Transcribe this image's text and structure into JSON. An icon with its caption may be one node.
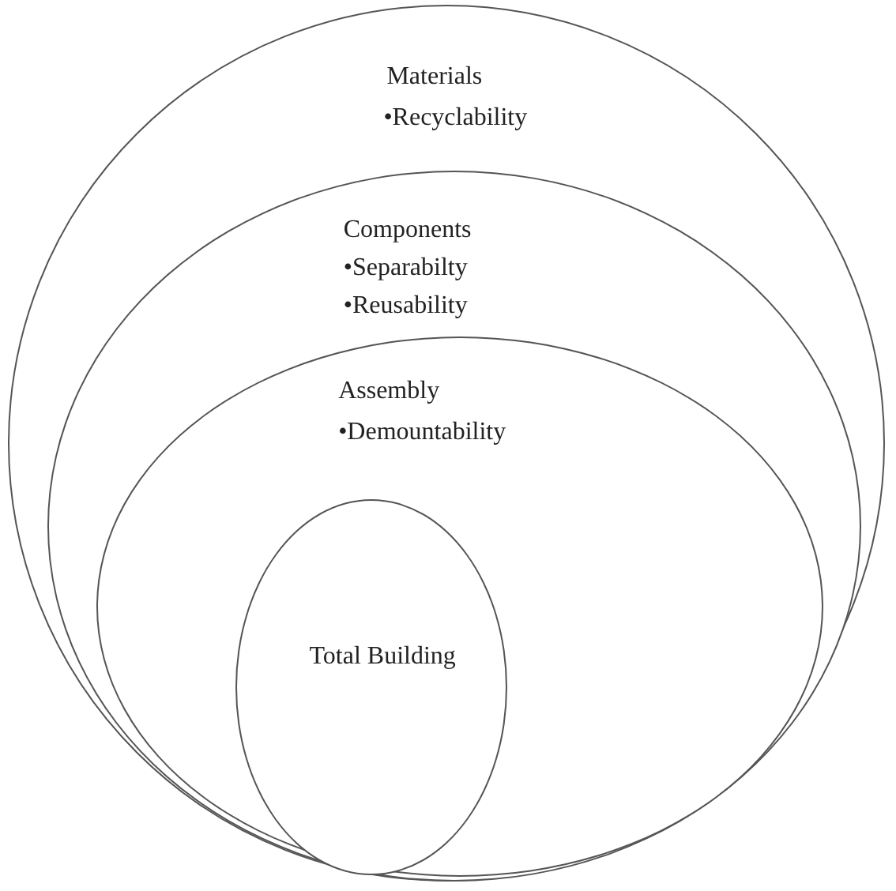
{
  "diagram": {
    "nodes": [
      {
        "text": [
          "Materials",
          "•Recyclability"
        ]
      },
      {
        "text": [
          "Components",
          "•Separabilty",
          "•Reusability"
        ],
        "in": 0
      },
      {
        "text": [
          "Assembly",
          "•Demountability"
        ],
        "in": 1
      },
      {
        "text": [
          "Total Building"
        ],
        "in": 2
      }
    ]
  }
}
